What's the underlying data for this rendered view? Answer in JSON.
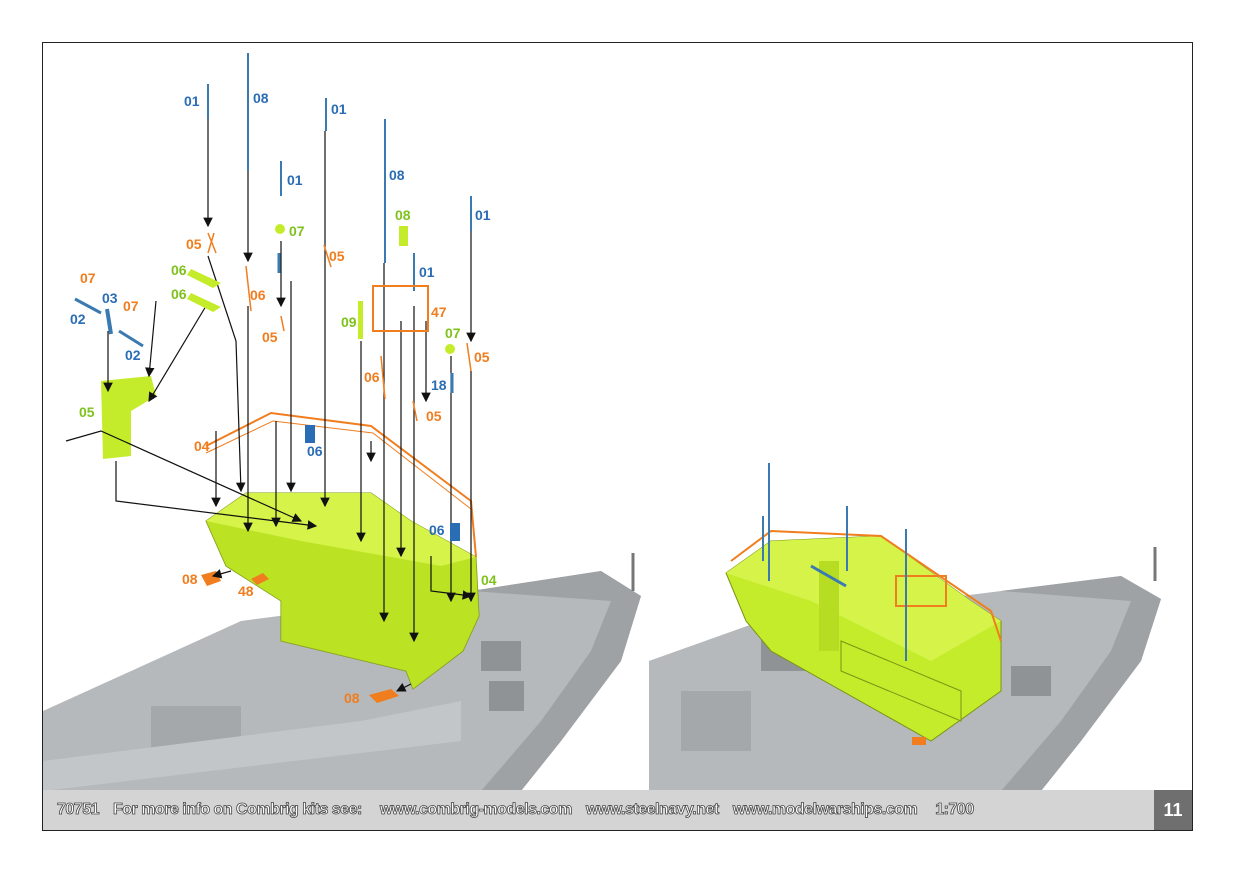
{
  "footer": {
    "kit_number": "70751",
    "info_text": "For more info on Combrig kits see:",
    "links": [
      "www.combrig-models.com",
      "www.steelnavy.net",
      "www.modelwarships.com"
    ],
    "scale": "1:700",
    "page_number": "11"
  },
  "part_labels": [
    "01",
    "08",
    "01",
    "01",
    "08",
    "08",
    "01",
    "07",
    "05",
    "05",
    "06",
    "06",
    "06",
    "07",
    "03",
    "07",
    "02",
    "02",
    "05",
    "01",
    "47",
    "09",
    "07",
    "05",
    "18",
    "06",
    "05",
    "05",
    "04",
    "06",
    "06",
    "04",
    "08",
    "48",
    "08"
  ],
  "colors": {
    "blue": "#2a6db5",
    "orange": "#f07d1e",
    "green": "#c4ec2a",
    "hull": "#a9adb0"
  }
}
